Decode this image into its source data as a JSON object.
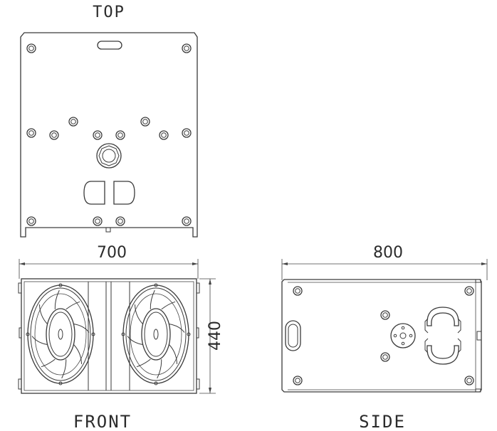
{
  "views": {
    "top": {
      "title": "TOP"
    },
    "front": {
      "title": "FRONT",
      "width": "700",
      "height": "440"
    },
    "side": {
      "title": "SIDE",
      "width": "800"
    }
  },
  "colors": {
    "line": "#3a3a3a",
    "background": "#ffffff"
  }
}
